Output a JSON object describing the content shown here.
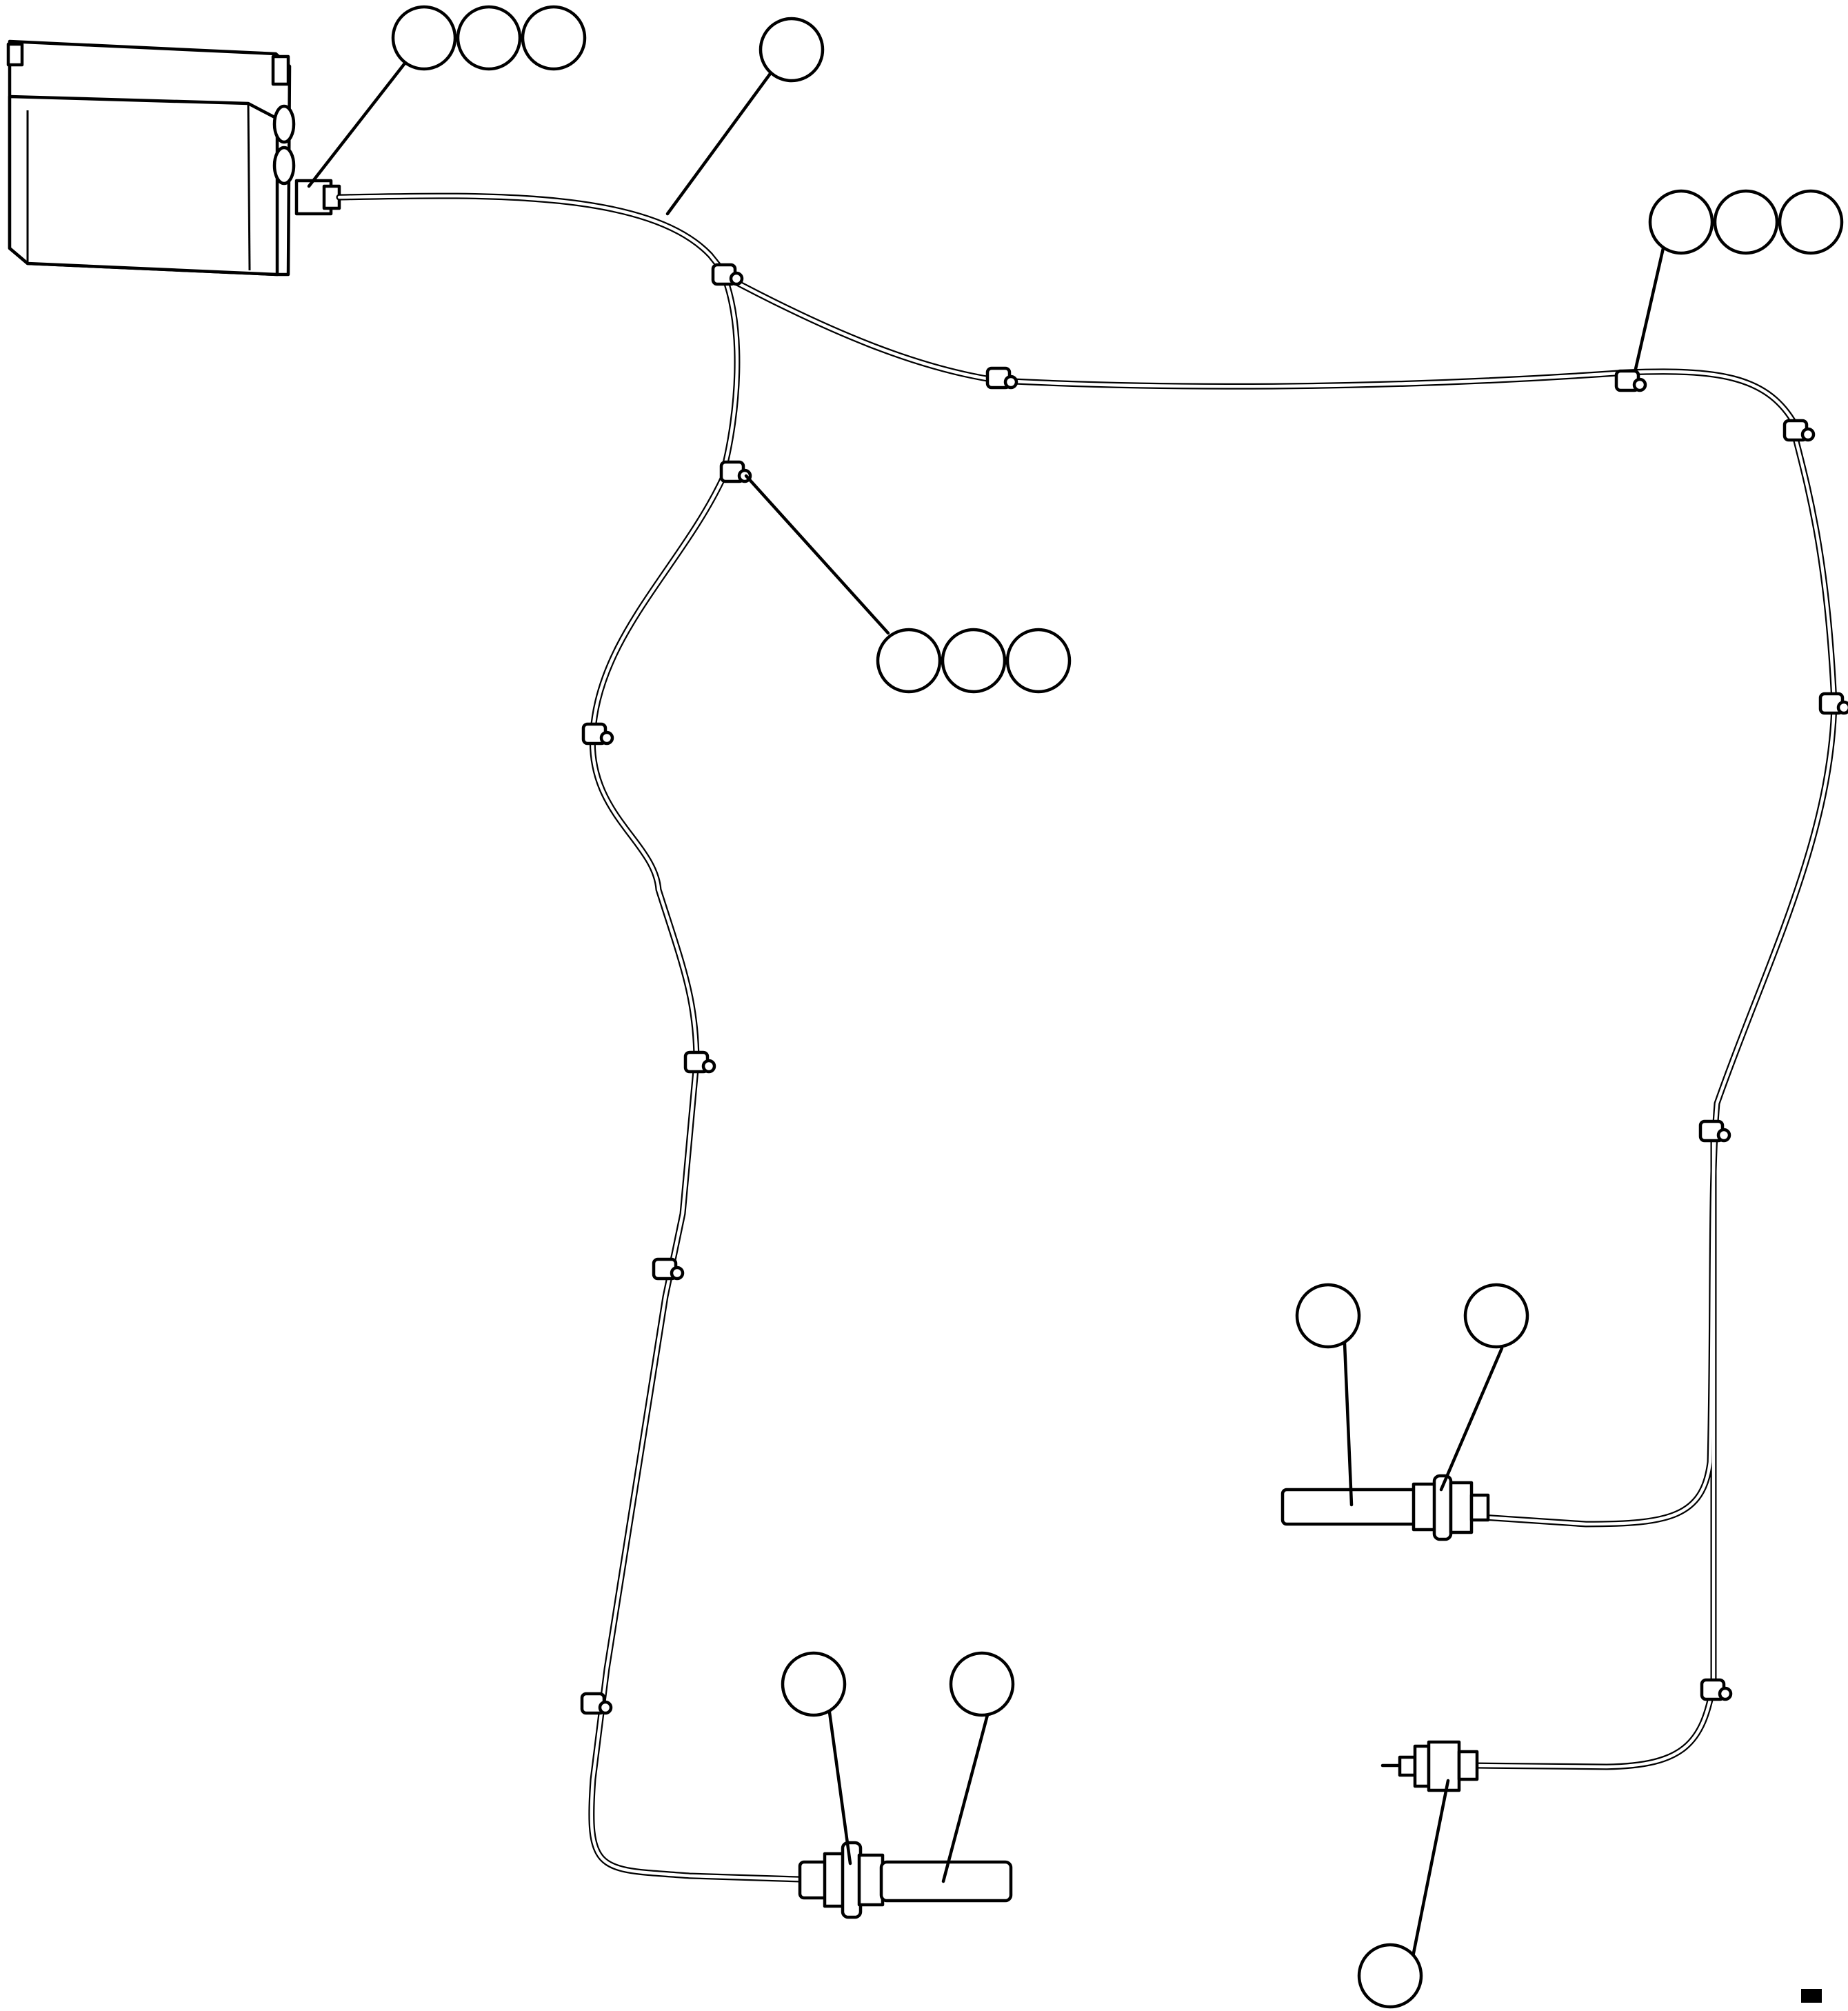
{
  "diagram": {
    "callouts": [
      {
        "name": "callout-ecu-connector",
        "count": 3
      },
      {
        "name": "callout-harness-main",
        "count": 1
      },
      {
        "name": "callout-clip-right",
        "count": 3
      },
      {
        "name": "callout-clip-center",
        "count": 3
      },
      {
        "name": "callout-sensor-right",
        "count": 2
      },
      {
        "name": "callout-sensor-left",
        "count": 2
      },
      {
        "name": "callout-small-sensor",
        "count": 1
      }
    ]
  }
}
